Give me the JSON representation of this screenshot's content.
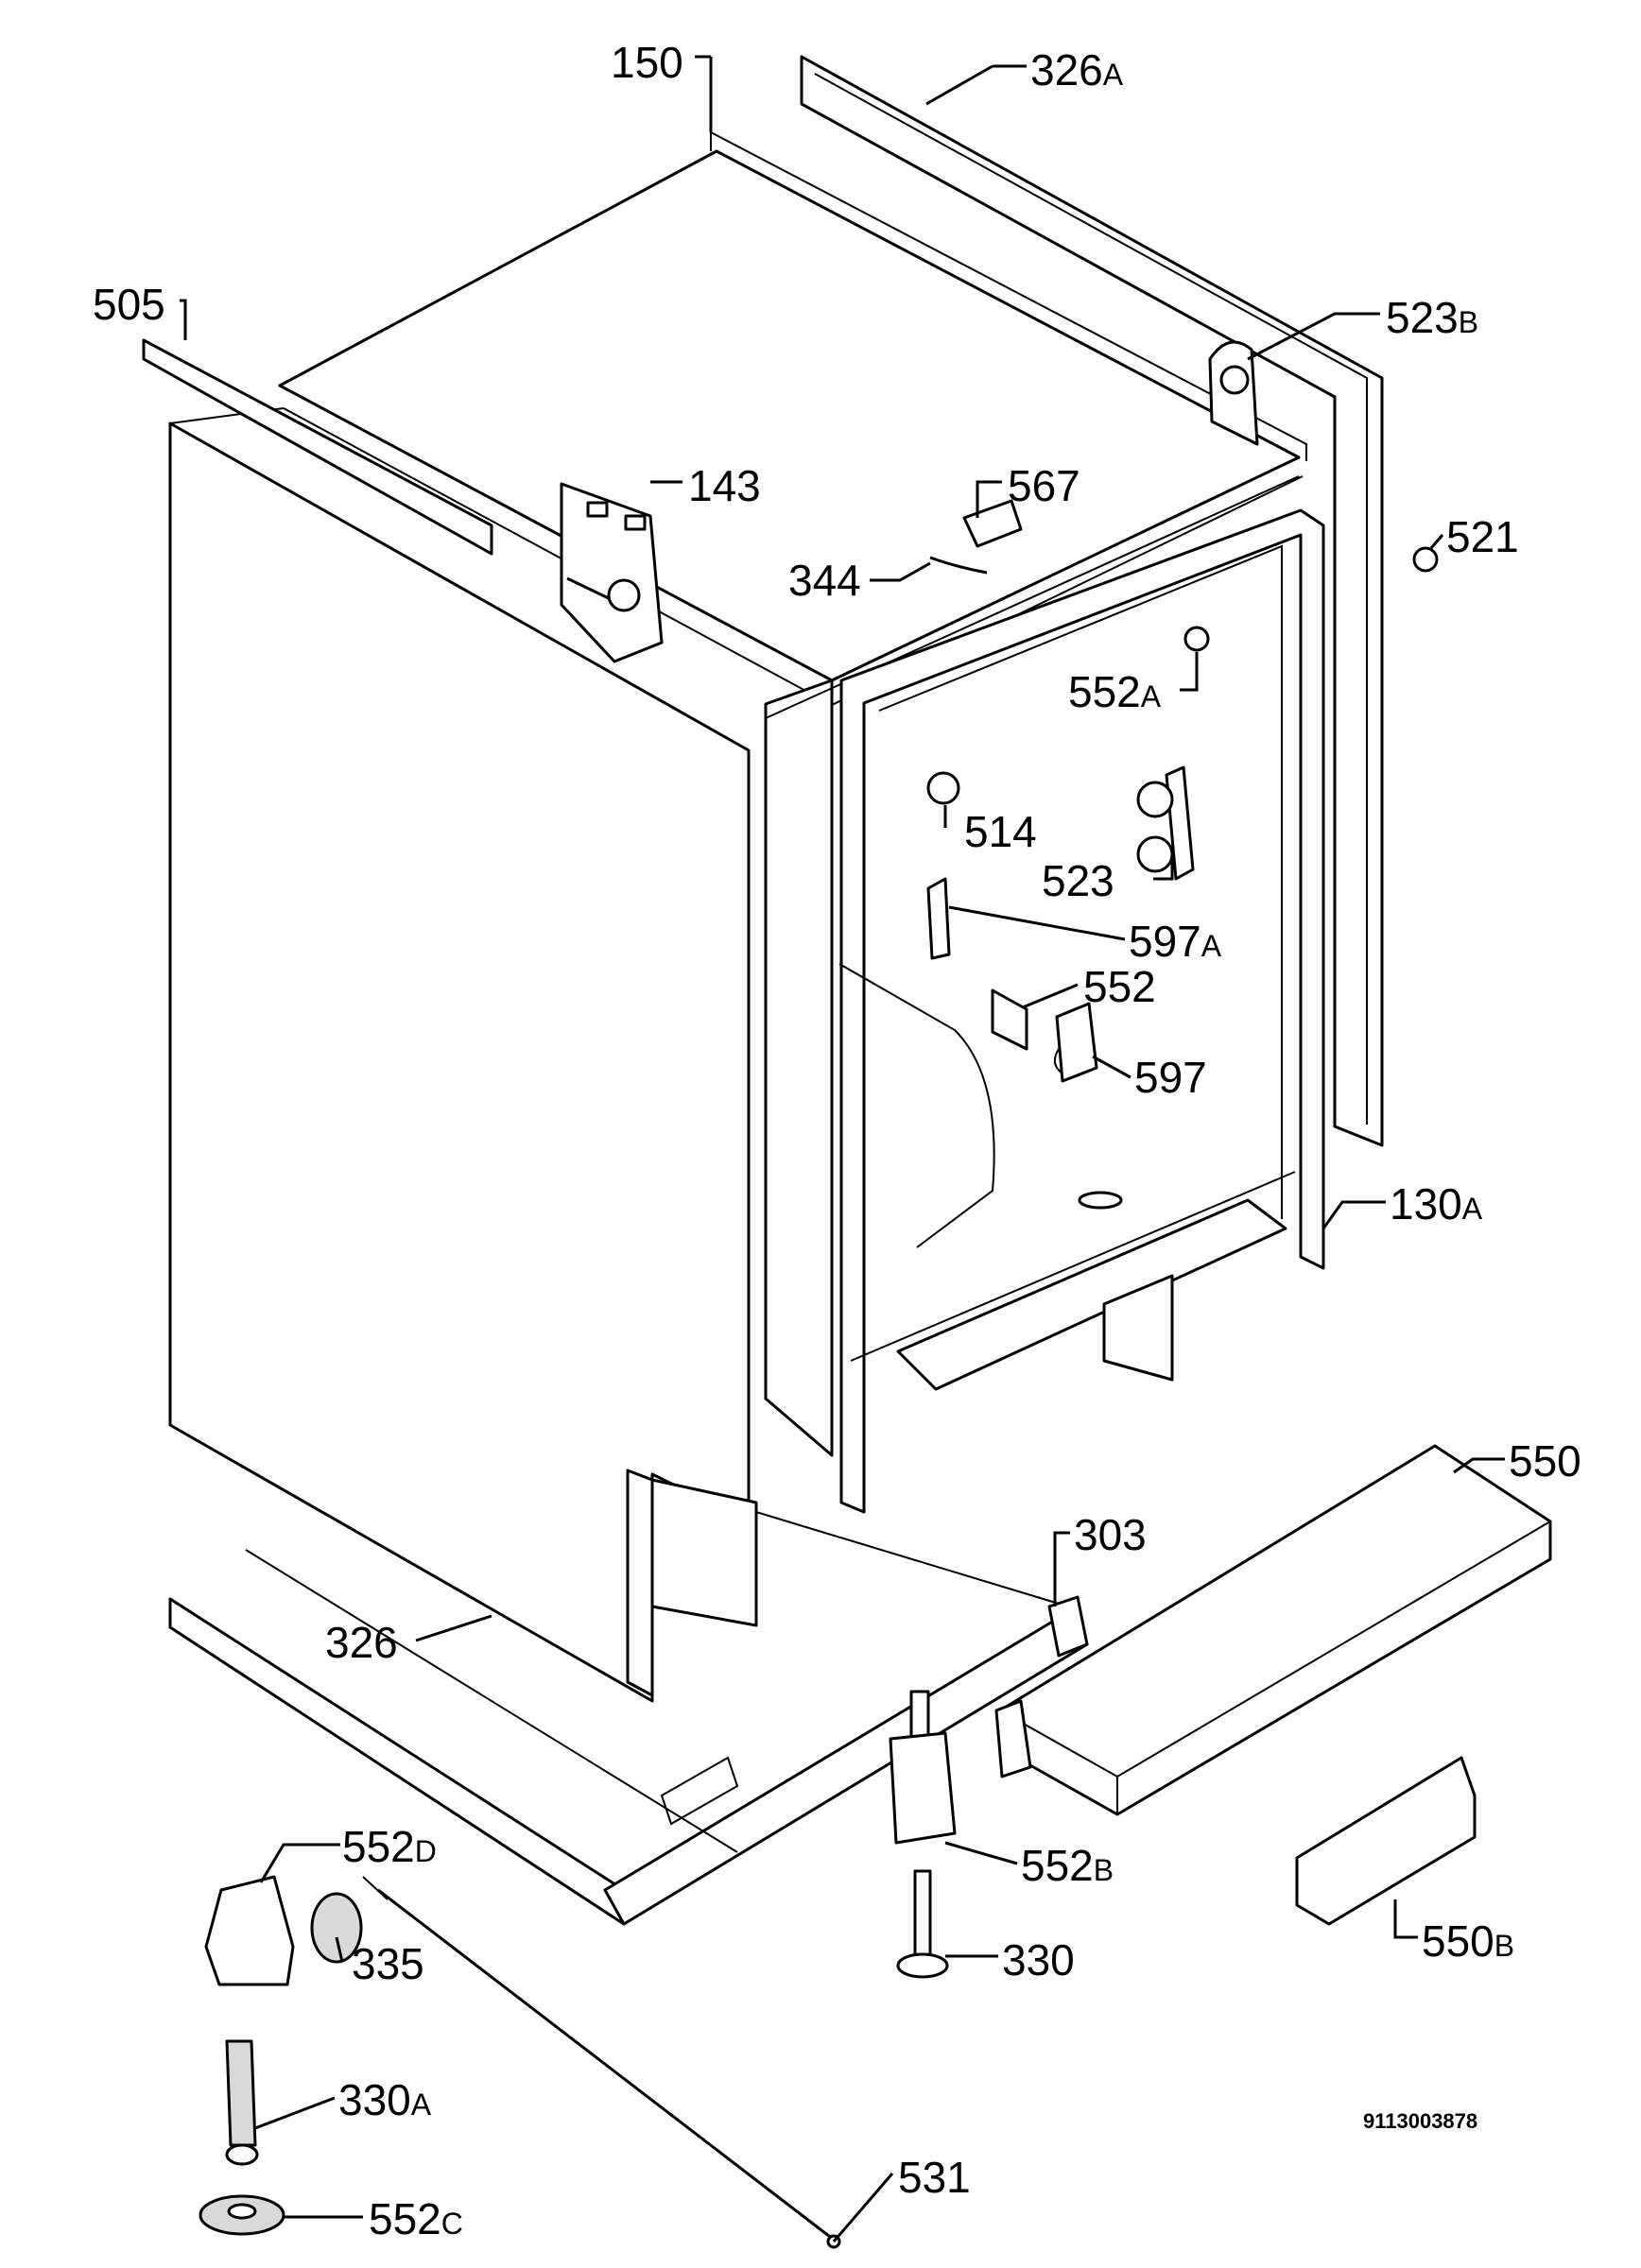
{
  "diagram": {
    "doc_code": "9113003878",
    "labels": [
      {
        "id": "150",
        "main": "150",
        "suffix": ""
      },
      {
        "id": "326A",
        "main": "326",
        "suffix": "A"
      },
      {
        "id": "505",
        "main": "505",
        "suffix": ""
      },
      {
        "id": "523B",
        "main": "523",
        "suffix": "B"
      },
      {
        "id": "143",
        "main": "143",
        "suffix": ""
      },
      {
        "id": "567",
        "main": "567",
        "suffix": ""
      },
      {
        "id": "344",
        "main": "344",
        "suffix": ""
      },
      {
        "id": "521",
        "main": "521",
        "suffix": ""
      },
      {
        "id": "552A",
        "main": "552",
        "suffix": "A"
      },
      {
        "id": "514",
        "main": "514",
        "suffix": ""
      },
      {
        "id": "523",
        "main": "523",
        "suffix": ""
      },
      {
        "id": "597A",
        "main": "597",
        "suffix": "A"
      },
      {
        "id": "552",
        "main": "552",
        "suffix": ""
      },
      {
        "id": "597",
        "main": "597",
        "suffix": ""
      },
      {
        "id": "130A",
        "main": "130",
        "suffix": "A"
      },
      {
        "id": "550",
        "main": "550",
        "suffix": ""
      },
      {
        "id": "303",
        "main": "303",
        "suffix": ""
      },
      {
        "id": "326",
        "main": "326",
        "suffix": ""
      },
      {
        "id": "552D",
        "main": "552",
        "suffix": "D"
      },
      {
        "id": "552B",
        "main": "552",
        "suffix": "B"
      },
      {
        "id": "550B",
        "main": "550",
        "suffix": "B"
      },
      {
        "id": "335",
        "main": "335",
        "suffix": ""
      },
      {
        "id": "330",
        "main": "330",
        "suffix": ""
      },
      {
        "id": "330A",
        "main": "330",
        "suffix": "A"
      },
      {
        "id": "531",
        "main": "531",
        "suffix": ""
      },
      {
        "id": "552C",
        "main": "552",
        "suffix": "C"
      }
    ]
  }
}
